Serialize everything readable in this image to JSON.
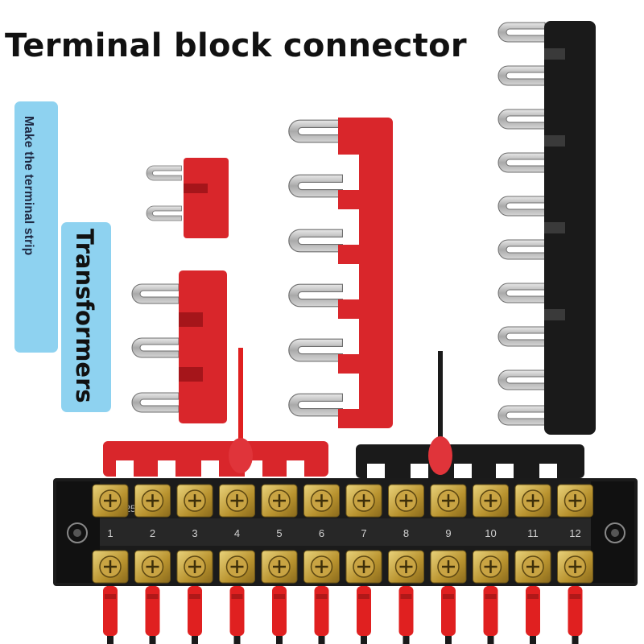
{
  "title": "Terminal block connector",
  "labels": {
    "side_small": "Make the terminal strip",
    "side_large": "Transformers"
  },
  "block": {
    "model": "TB-2512L",
    "positions": [
      "1",
      "2",
      "3",
      "4",
      "5",
      "6",
      "7",
      "8",
      "9",
      "10",
      "11",
      "12"
    ]
  },
  "colors": {
    "red_bar": "#d9262b",
    "black_bar": "#1a1a1a",
    "label_bg": "#8ed2f0",
    "wire_red": "#e02020"
  },
  "icons": [
    "fork-terminal-icon",
    "screw-icon"
  ]
}
